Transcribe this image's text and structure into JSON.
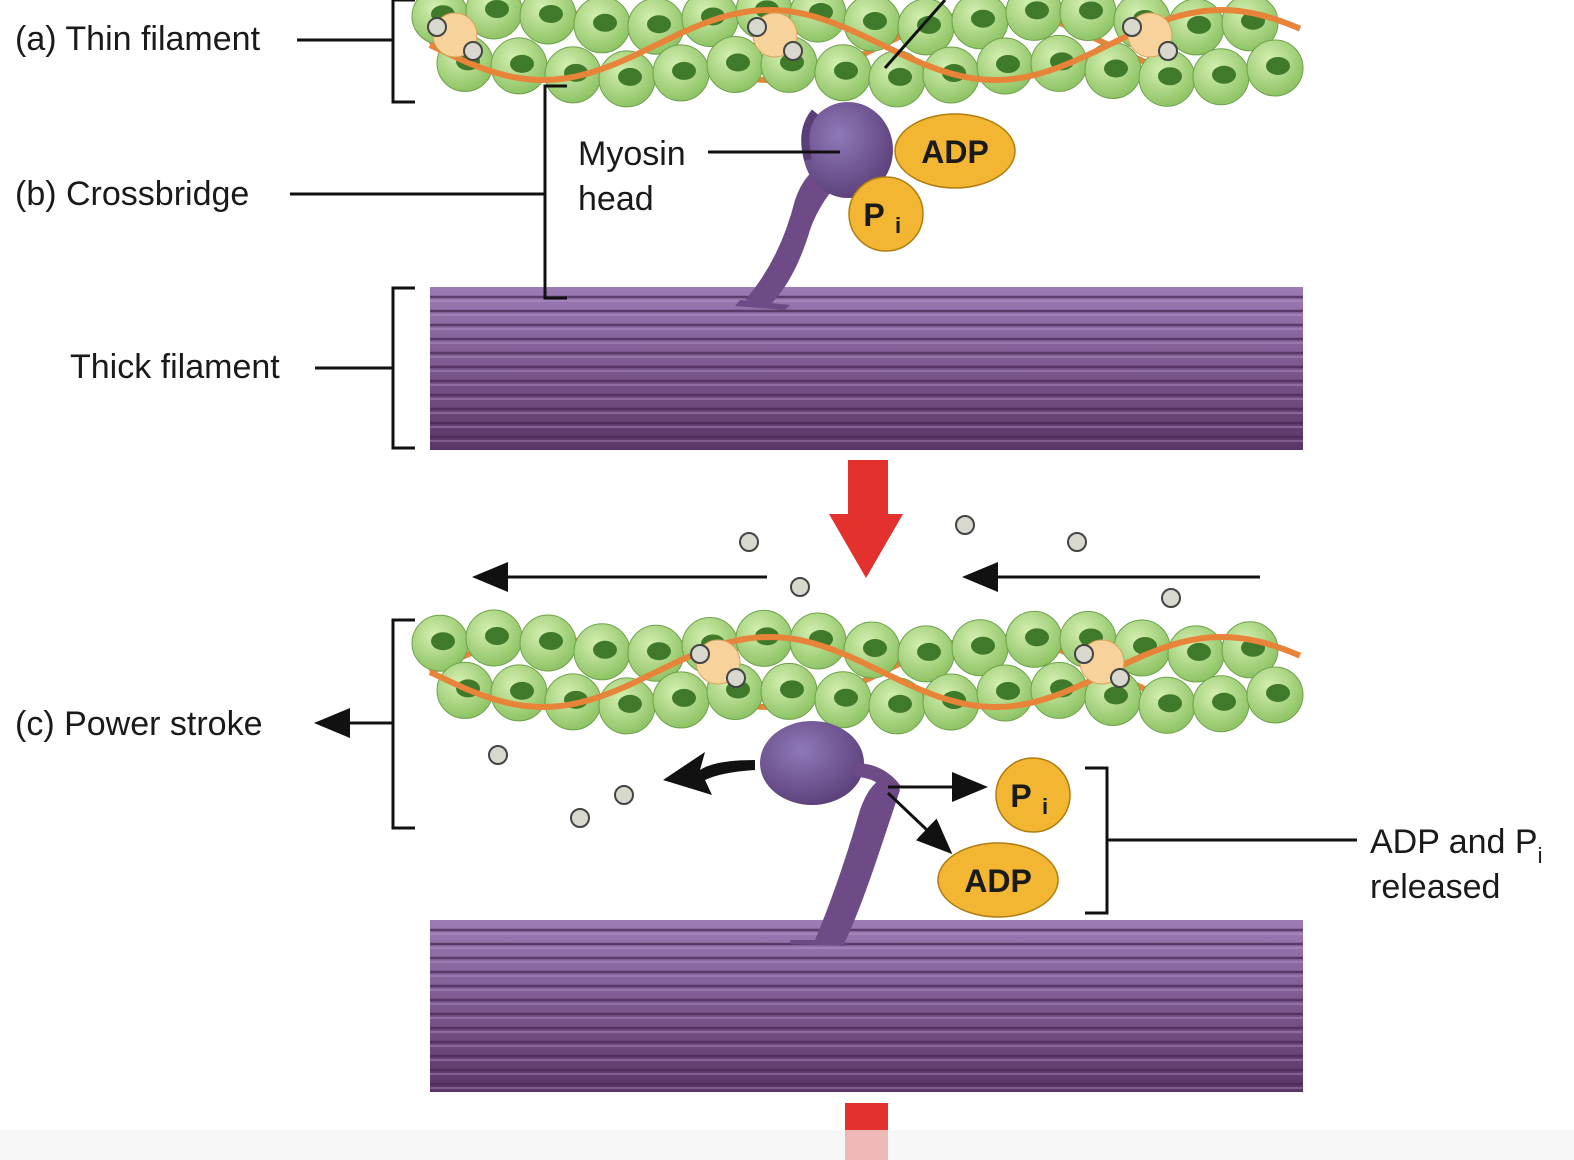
{
  "labels": {
    "thin_filament": "(a) Thin filament",
    "crossbridge": "(b) Crossbridge",
    "myosin_line1": "Myosin",
    "myosin_line2": "head",
    "thick_filament": "Thick filament",
    "power_stroke": "(c) Power stroke",
    "released_line1": "ADP and P",
    "released_sub": "i",
    "released_line2": "released"
  },
  "molecules": {
    "adp": "ADP",
    "pi_main": "P",
    "pi_sub": "i"
  },
  "colors": {
    "actin_light": "#b5dc8c",
    "actin_dark": "#3f7a2a",
    "tropomyosin": "#e8843a",
    "troponin": "#f7d29a",
    "myosin": "#6e4a86",
    "thick_filament_light": "#8e6aa6",
    "thick_filament_dark": "#5a3566",
    "molecule_fill": "#f2b632",
    "arrow_red": "#e3312d",
    "ink": "#111111"
  },
  "icons": [
    "actin-bead-icon",
    "calcium-ion-icon",
    "red-down-arrow-icon",
    "curved-stroke-arrow-icon"
  ]
}
